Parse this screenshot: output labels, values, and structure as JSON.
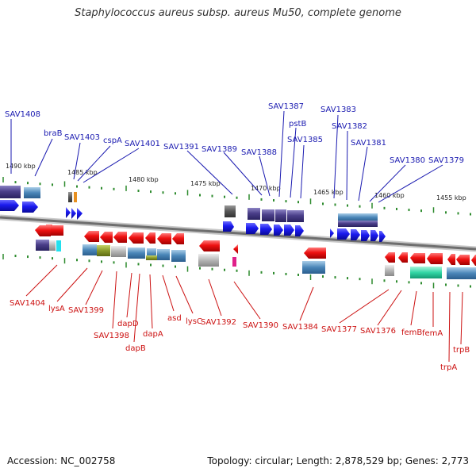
{
  "title": "Staphylococcus aureus subsp. aureus Mu50, complete genome",
  "accession": "Accession: NC_002758",
  "topology": "Topology: circular; Length: 2,878,529 bp; Genes: 2,773",
  "kbp_labels": [
    "1490 kbp",
    "1485 kbp",
    "1480 kbp",
    "1475 kbp",
    "1470 kbp",
    "1465 kbp",
    "1460 kbp",
    "1455 kbp"
  ],
  "top_labels": [
    "SAV1408",
    "braB",
    "SAV1403",
    "cspA",
    "SAV1401",
    "SAV1391",
    "SAV1389",
    "SAV1388",
    "SAV1387",
    "pstB",
    "SAV1385",
    "SAV1383",
    "SAV1382",
    "SAV1381",
    "SAV1380",
    "SAV1379"
  ],
  "bottom_labels": [
    "SAV1404",
    "lysA",
    "SAV1399",
    "SAV1398",
    "dapD",
    "dapB",
    "dapA",
    "asd",
    "lysC",
    "SAV1392",
    "SAV1390",
    "SAV1384",
    "SAV1377",
    "SAV1376",
    "femB",
    "femA",
    "trpA",
    "trpB"
  ],
  "colors": {
    "forward_arrow": "#1a1aee",
    "reverse_arrow": "#ee1111",
    "top_label": "#1a1ab0",
    "bottom_label": "#cc1111",
    "backbone": "#777777",
    "tick": "#2e8b2e",
    "block_purple": "#4b3f8a",
    "block_blue": "#4a86b8",
    "block_olive": "#8a9a2a",
    "block_gray": "#aaaaaa",
    "block_teal": "#33d6a5",
    "block_magenta": "#e0208a",
    "block_cyan": "#22e0ee",
    "block_orange": "#e89020"
  }
}
